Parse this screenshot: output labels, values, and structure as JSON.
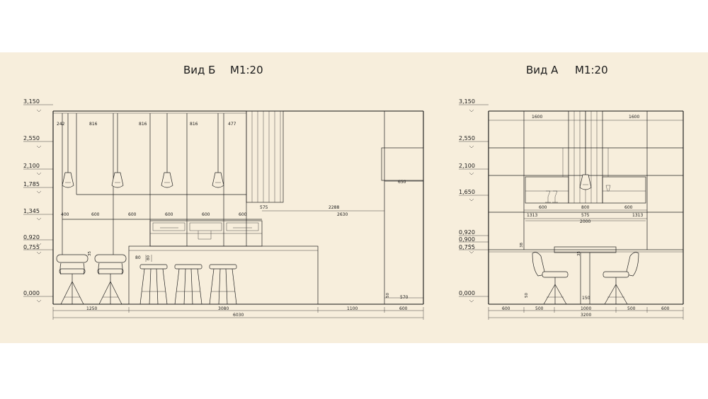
{
  "colors": {
    "paper": "#f7eedc",
    "background": "#ffffff",
    "ink": "#222222"
  },
  "view_b": {
    "title": "Вид Б",
    "scale": "М1:20",
    "levels": [
      "3,150",
      "2,550",
      "2,100",
      "1,785",
      "1,345",
      "0,920",
      "0,755",
      "0,000"
    ],
    "top_dims": [
      "242",
      "816",
      "816",
      "816",
      "477"
    ],
    "mid_dims": [
      "400",
      "600",
      "600",
      "600",
      "600",
      "600"
    ],
    "dim_575": "575",
    "dim_2288": "2288",
    "dim_2630": "2630",
    "dim_650": "650",
    "dim_570": "570",
    "dim_50": "50",
    "dim_35": "35",
    "dim_80a": "80",
    "dim_80b": "80",
    "bottom_dims": [
      "1250",
      "3080",
      "1100",
      "600"
    ],
    "total": "6030"
  },
  "view_a": {
    "title": "Вид А",
    "scale": "М1:20",
    "levels": [
      "3,150",
      "2,550",
      "2,100",
      "1,650",
      "0,920",
      "0,900",
      "0,755",
      "0,000"
    ],
    "top_dims": [
      "1600",
      "1600"
    ],
    "shelf_dims": [
      "600",
      "800",
      "600"
    ],
    "mid_dims": [
      "1313",
      "575",
      "1313"
    ],
    "mid_total": "2000",
    "dim_38": "38",
    "dim_35": "35",
    "dim_50": "50",
    "dim_150": "150",
    "bottom_dims": [
      "600",
      "500",
      "1000",
      "500",
      "600"
    ],
    "total": "3200"
  }
}
